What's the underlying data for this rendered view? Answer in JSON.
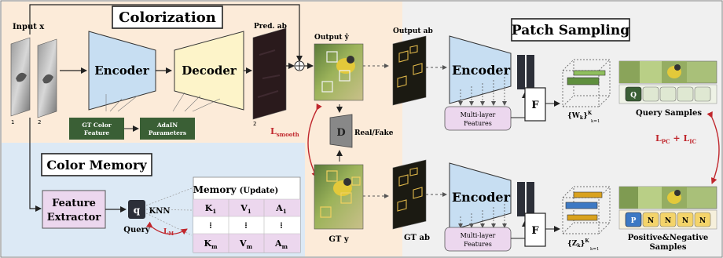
{
  "sections": {
    "colorization": "Colorization",
    "patch_sampling": "Patch Sampling",
    "color_memory": "Color Memory"
  },
  "labels": {
    "input_x": "Input x",
    "encoder": "Encoder",
    "decoder": "Decoder",
    "pred_ab": "Pred. ab",
    "output_y": "Output ŷ",
    "output_ab": "Output ab",
    "gt_y": "GT y",
    "gt_ab": "GT ab",
    "gt_color_feature": [
      "GT Color",
      "Feature"
    ],
    "adain_parameters": [
      "AdaIN",
      "Parameters"
    ],
    "d": "D",
    "real_fake": "Real/Fake",
    "l_smooth": "L",
    "l_smooth_sub": "smooth",
    "f": "F",
    "multi_layer_features": [
      "Multi-layer",
      "Features"
    ],
    "w_label": "{W",
    "w_label_sub": "k",
    "w_label_sup": "K",
    "w_label_lim": "k=1",
    "z_label": "{Z",
    "z_label_sub": "k",
    "z_label_sup": "K",
    "z_label_lim": "k=1",
    "query_samples": "Query Samples",
    "pos_neg_samples": [
      "Positive&Negative",
      "Samples"
    ],
    "loss_pc_ic": "L",
    "loss_pc_sub": "PC",
    "loss_ic_sub": "IC",
    "feature_extractor": [
      "Feature",
      "Extractor"
    ],
    "q": "q",
    "query": "Query",
    "knn": "KNN",
    "l_m": "L",
    "l_m_sub": "M",
    "memory_title": "Memory",
    "memory_update": "(Update)",
    "idx_1": "1",
    "idx_2": "2",
    "q_chip": "Q",
    "p_chip": "P",
    "n_chip": "N"
  },
  "memory_table": [
    [
      "K",
      "1",
      "V",
      "1",
      "A",
      "1"
    ],
    [
      "⁝",
      "",
      "⁝",
      "",
      "⁝",
      ""
    ],
    [
      "K",
      "m",
      "V",
      "m",
      "A",
      "m"
    ]
  ],
  "colors": {
    "colorization_bg": "#fcebd9",
    "memory_bg": "#dce9f5",
    "gray_bg": "#f0f0f0",
    "encoder_blue": "#c7def2",
    "decoder_yellow": "#fdf4c9",
    "dark_green": "#3a5f35",
    "loss_red": "#c0272d",
    "feature_pink": "#ecd7ee"
  }
}
